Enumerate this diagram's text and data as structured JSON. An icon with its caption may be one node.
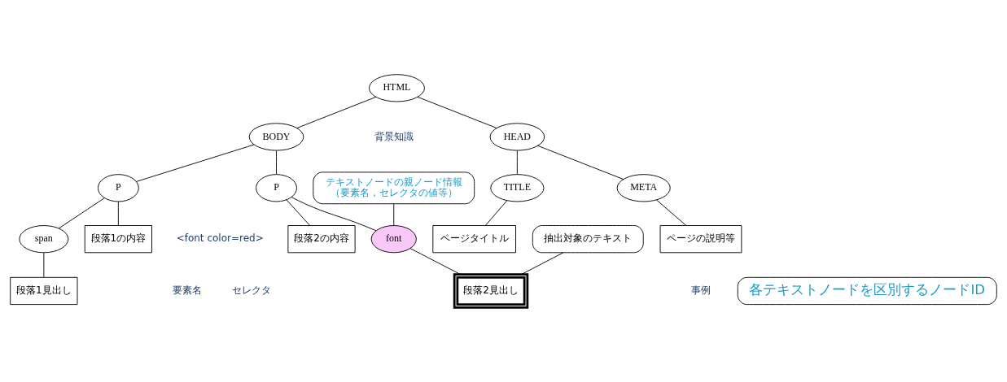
{
  "diagram": {
    "nodes": [
      {
        "text": [
          "HTML"
        ]
      },
      {
        "text": [
          "HEAD"
        ]
      },
      {
        "text": [
          "BODY"
        ]
      },
      {
        "text": [
          "META"
        ]
      },
      {
        "text": [
          "TITLE"
        ]
      },
      {
        "text": [
          "ページの説明等"
        ]
      },
      {
        "text": [
          "ページタイトル"
        ]
      },
      {
        "text": [
          "P"
        ]
      },
      {
        "text": [
          "P"
        ]
      },
      {
        "text": [
          "span"
        ]
      },
      {
        "text": [
          "段落1の内容"
        ]
      },
      {
        "text": [
          "段落1見出し"
        ]
      },
      {
        "text": [
          "font"
        ]
      },
      {
        "text": [
          "段落2の内容"
        ]
      },
      {
        "text": [
          "段落2見出し"
        ]
      },
      {
        "text": [
          "テキストノードの親ノード情報",
          "（要素名，セレクタの値等）"
        ]
      },
      {
        "text": [
          "抽出対象のテキスト"
        ]
      },
      {
        "text": [
          "各テキストノードを区別するノードID"
        ]
      }
    ],
    "edges": [
      {
        "from": 0,
        "to": 1,
        "arrow": "none"
      },
      {
        "from": 0,
        "to": 2,
        "arrow": "none"
      },
      {
        "from": 1,
        "to": 3,
        "arrow": "none"
      },
      {
        "from": 1,
        "to": 4,
        "arrow": "none"
      },
      {
        "from": 3,
        "to": 5,
        "arrow": "none"
      },
      {
        "from": 4,
        "to": 6,
        "arrow": "none"
      },
      {
        "from": 2,
        "to": 7,
        "arrow": "none"
      },
      {
        "from": 2,
        "to": 8,
        "arrow": "none"
      },
      {
        "from": 7,
        "to": 9,
        "arrow": "none"
      },
      {
        "from": 7,
        "to": 10,
        "arrow": "none"
      },
      {
        "from": 9,
        "to": 11,
        "arrow": "none"
      },
      {
        "from": 8,
        "to": 12,
        "arrow": "none"
      },
      {
        "from": 8,
        "to": 13,
        "arrow": "none"
      },
      {
        "from": 12,
        "to": 14,
        "arrow": "none"
      },
      {
        "from": 15,
        "to": 12,
        "arrow": "none"
      },
      {
        "from": 16,
        "to": 14,
        "arrow": "none"
      }
    ],
    "labels": [
      "背景知識",
      "<font color=red>",
      "要素名",
      "セレクタ",
      "事例"
    ]
  }
}
